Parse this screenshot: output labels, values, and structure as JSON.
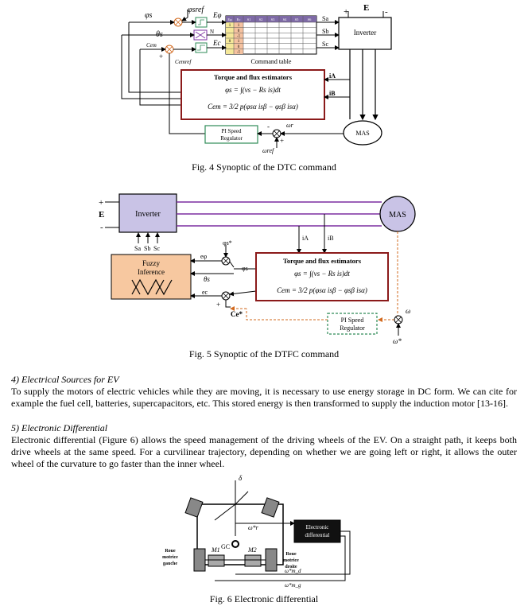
{
  "fig4": {
    "caption": "Fig. 4 Synoptic of the DTC command",
    "labels": {
      "E": "E",
      "plus": "+",
      "minus": "-",
      "inverter": "Inverter",
      "command_table": "Command table",
      "estimator_title": "Torque and flux estimators",
      "flux_eq": "φs = ∫(vs − Rs is)dt",
      "torque_eq": "Cem = 3/2 p(φsα isβ − φsβ isα)",
      "ia": "iA",
      "ib": "iB",
      "pi_line1": "PI Speed",
      "pi_line2": "Regulator",
      "mas": "MAS",
      "phi_s": "φs",
      "phi_sref": "φsref",
      "theta_s": "θs",
      "cem": "Cem",
      "cemref": "Cemref",
      "e_phi": "Eφ",
      "e_c": "Ec",
      "n": "N",
      "sa": "Sa",
      "sb": "Sb",
      "sc": "Sc",
      "omega_r": "ωr",
      "omega_ref": "ωref"
    },
    "table": {
      "col_headers": [
        "Eφ",
        "Ec",
        "S1",
        "S2",
        "S3",
        "S4",
        "S5",
        "S6"
      ],
      "rows": [
        [
          "1",
          "1"
        ],
        [
          "",
          "0"
        ],
        [
          "",
          "-1"
        ],
        [
          "0",
          "1"
        ],
        [
          "",
          "0"
        ],
        [
          "",
          "-1"
        ]
      ]
    }
  },
  "fig5": {
    "caption": "Fig. 5 Synoptic of the DTFC command",
    "labels": {
      "E": "E",
      "plus": "+",
      "minus": "-",
      "inverter": "Inverter",
      "mas": "MAS",
      "fuzzy_line1": "Fuzzy",
      "fuzzy_line2": "Inference",
      "estimator_title": "Torque and flux estimators",
      "flux_eq": "φs = ∫(vs − Rs is)dt",
      "torque_eq": "Cem = 3/2 p(φsα isβ − φsβ isα)",
      "ia": "iA",
      "ib": "iB",
      "pi_line1": "PI Speed",
      "pi_line2": "Regulator",
      "sa": "Sa",
      "sb": "Sb",
      "sc": "Sc",
      "e_phi": "eφ",
      "e_c": "ec",
      "theta_s": "θs",
      "phi_s": "φs",
      "phi_s_ref": "φs*",
      "ce": "Ce",
      "ce_ref": "Ce*",
      "omega": "ω",
      "omega_ref": "ω*"
    }
  },
  "section4": {
    "heading": "4)    Electrical Sources for EV",
    "text": "To supply the motors of electric vehicles while they are moving, it is necessary to use energy storage in DC form. We can cite for example the fuel cell, batteries, supercapacitors, etc. This stored energy is then transformed to supply the induction motor [13-16]."
  },
  "section5": {
    "heading": "5)    Electronic Differential",
    "text": "Electronic differential (Figure 6) allows the speed management of the driving wheels of the EV. On a straight path, it keeps both drive wheels at the same speed. For a curvilinear trajectory, depending on whether we are going left or right, it allows the outer wheel of the curvature to go faster than the inner wheel."
  },
  "fig6": {
    "caption": "Fig. 6 Electronic differential",
    "labels": {
      "delta": "δ",
      "ed_line1": "Electronic",
      "ed_line2": "differential",
      "gc": "GC",
      "m1": "M1",
      "m2": "M2",
      "left_wheel1": "Roue",
      "left_wheel2": "motrice",
      "left_wheel3": "gauche",
      "right_wheel1": "Roue",
      "right_wheel2": "motrice",
      "right_wheel3": "droite",
      "omega_ref": "ω*r",
      "omega_d": "ω*m_d",
      "omega_g": "ω*m_g"
    }
  }
}
